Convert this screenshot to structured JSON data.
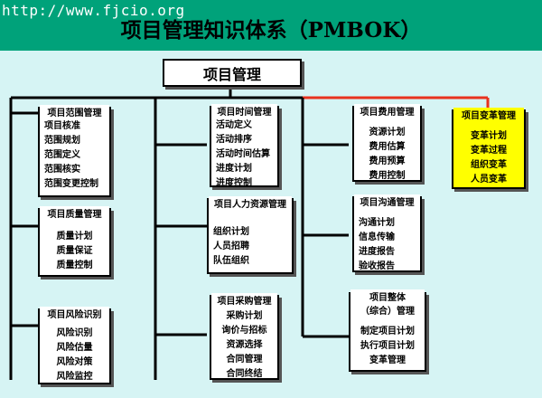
{
  "header": {
    "url": "http://www.fjcio.org",
    "title": "项目管理知识体系（PMBOK）",
    "color": "#00a27a"
  },
  "root": {
    "label": "项目管理"
  },
  "areas": [
    {
      "title": "项目范围管理",
      "items": [
        "项目核准",
        "范围规划",
        "范围定义",
        "范围核实",
        "范围变更控制"
      ]
    },
    {
      "title": "项目质量管理",
      "items": [
        "质量计划",
        "质量保证",
        "质量控制"
      ]
    },
    {
      "title": "项目风险识别",
      "items": [
        "风险识别",
        "风险估量",
        "风险对策",
        "风险监控"
      ]
    },
    {
      "title": "项目时间管理",
      "items": [
        "活动定义",
        "活动排序",
        "活动时间估算",
        "进度计划",
        "进度控制"
      ]
    },
    {
      "title": "项目人力资源管理",
      "items": [
        "组织计划",
        "人员招聘",
        "队伍组织"
      ]
    },
    {
      "title": "项目采购管理",
      "items": [
        "采购计划",
        "询价与招标",
        "资源选择",
        "合同管理",
        "合同终结"
      ]
    },
    {
      "title": "项目费用管理",
      "items": [
        "资源计划",
        "费用估算",
        "费用预算",
        "费用控制"
      ]
    },
    {
      "title": "项目沟通管理",
      "items": [
        "沟通计划",
        "信息传输",
        "进度报告",
        "验收报告"
      ]
    },
    {
      "title": "项目整体（综合）管理",
      "title_lines": [
        "项目整体",
        "（综合）管理"
      ],
      "items": [
        "制定项目计划",
        "执行项目计划",
        "变革管理"
      ]
    },
    {
      "title": "项目变革管理",
      "items": [
        "变革计划",
        "变革过程",
        "组织变革",
        "人员变革"
      ],
      "highlight_color": "#ffff00",
      "connector_color": "#e8321e"
    }
  ]
}
